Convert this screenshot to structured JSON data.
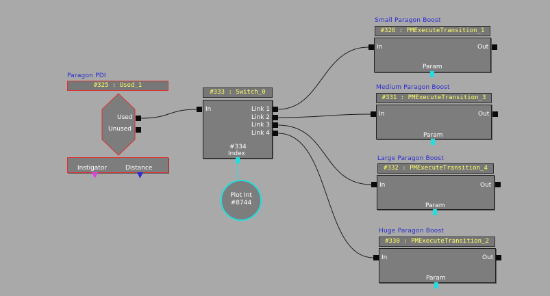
{
  "paragon_pdi": {
    "category": "Paragon PDI",
    "title": "#325 : Used_1",
    "outputs": [
      "Used",
      "Unused"
    ],
    "vars": [
      "Instigator",
      "Distance"
    ]
  },
  "switch_node": {
    "title": "#333 : Switch_0",
    "input": "In",
    "links": [
      "Link 1",
      "Link 2",
      "Link 3",
      "Link 4"
    ],
    "index_id": "#334",
    "index_label": "Index"
  },
  "plot_int": {
    "line1": "Plot Int",
    "line2": "#8744"
  },
  "transitions": [
    {
      "category": "Small Paragon Boost",
      "title": "#326 : PMExecuteTransition_1",
      "in": "In",
      "out": "Out",
      "param": "Param"
    },
    {
      "category": "Medium Paragon Boost",
      "title": "#331 : PMExecuteTransition_3",
      "in": "In",
      "out": "Out",
      "param": "Param"
    },
    {
      "category": "Large Paragon Boost",
      "title": "#332 : PMExecuteTransition_4",
      "in": "In",
      "out": "Out",
      "param": "Param"
    },
    {
      "category": "Huge Paragon Boost",
      "title": "#330 : PMExecuteTransition_2",
      "in": "In",
      "out": "Out",
      "param": "Param"
    }
  ],
  "colors": {
    "background": "#a9a9a9",
    "selected_border": "#e03030",
    "title_text": "#ffff66",
    "category_text": "#2a2ad0",
    "variable_pin": "#22dddd",
    "instigator_pin": "#e040e0",
    "distance_pin": "#2a2ad0"
  }
}
